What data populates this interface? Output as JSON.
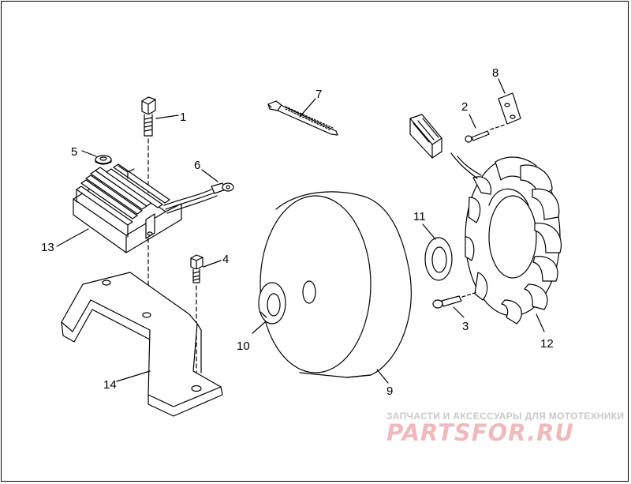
{
  "callouts": {
    "c1": "1",
    "c2": "2",
    "c3": "3",
    "c4": "4",
    "c5": "5",
    "c6": "6",
    "c7": "7",
    "c8": "8",
    "c9": "9",
    "c10": "10",
    "c11": "11",
    "c12": "12",
    "c13": "13",
    "c14": "14"
  },
  "watermark": {
    "tagline": "ЗАПЧАСТИ И АКСЕССУАРЫ ДЛЯ МОТОТЕХНИКИ",
    "logo": "PARTSFOR.RU",
    "tagline_color": "#c9c9c9",
    "logo_color": "#f2b9bd"
  },
  "colors": {
    "line": "#000000",
    "background": "#ffffff"
  }
}
